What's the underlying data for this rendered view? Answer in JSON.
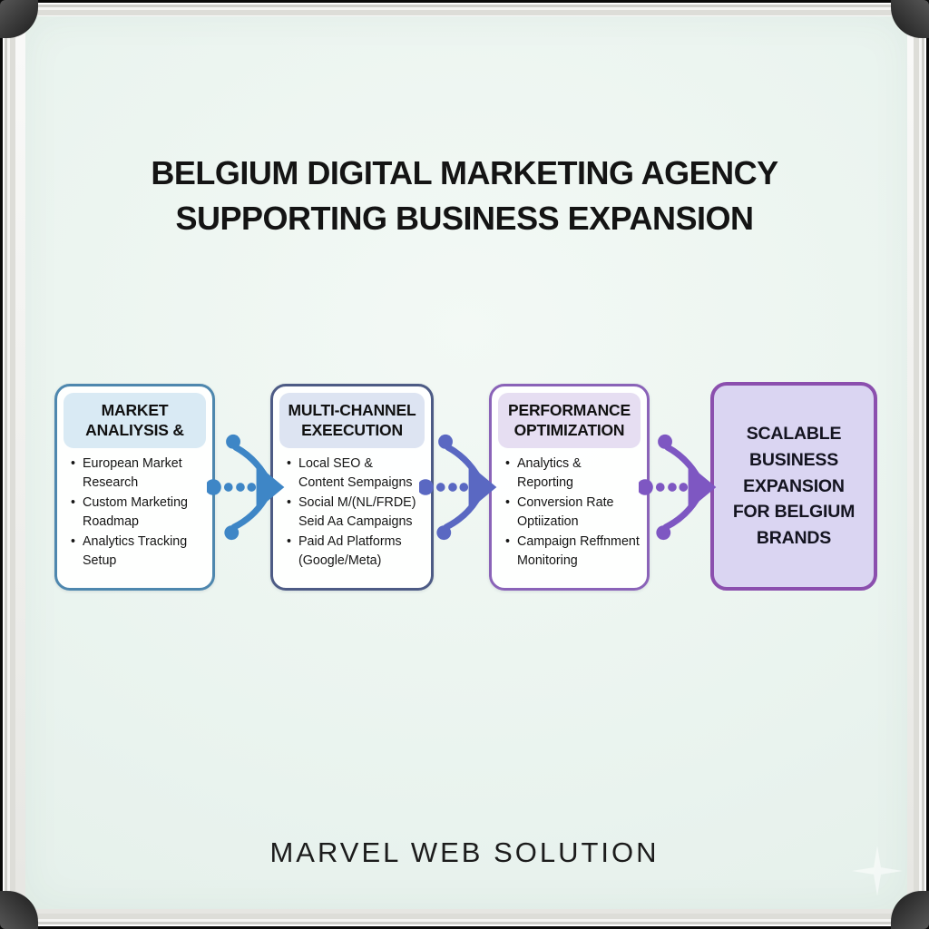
{
  "title": {
    "line1": "BELGIUM DIGITAL MARKETING AGENCY",
    "line2": "SUPPORTING BUSINESS EXPANSION"
  },
  "stages": [
    {
      "header": "MARKET\nANALIYSIS &",
      "bullets": [
        "European Market\nResearch",
        "Custom Marketing\nRoadmap",
        "Analytics Tracking\nSetup"
      ],
      "colors": {
        "border": "#4e87ae",
        "header_bg": "#d9eaf4",
        "connector": "#3e86c6"
      }
    },
    {
      "header": "MULTI-CHANNEL\nEXEECUTION",
      "bullets": [
        "Local SEO &\nContent Sempaigns",
        "Social M/(NL/FRDE)\nSeid Aa Campaigns",
        "Paid Ad Platforms\n(Google/Meta)"
      ],
      "colors": {
        "border": "#4d5b85",
        "header_bg": "#dde4f2",
        "connector": "#5a68c2"
      }
    },
    {
      "header": "PERFORMANCE\nOPTIMIZATION",
      "bullets": [
        "Analytics &\nReporting",
        "Conversion Rate\nOptiization",
        "Campaign Reffnment\nMonitoring"
      ],
      "colors": {
        "border": "#8a63b8",
        "header_bg": "#e6def2",
        "connector": "#7e57c2"
      }
    }
  ],
  "result": {
    "label": "SCALABLE\nBUSINESS\nEXPANSION\nFOR BELGIUM\nBRANDS",
    "colors": {
      "border": "#8b4fae",
      "fill": "#dad5f2"
    }
  },
  "footer": {
    "brand": "MARVEL WEB SOLUTION"
  },
  "board": {
    "surface": "#e9f3ee"
  },
  "icons": {
    "flow_arrow": "branch-arrow-right-icon",
    "sparkle": "four-point-star-icon"
  }
}
